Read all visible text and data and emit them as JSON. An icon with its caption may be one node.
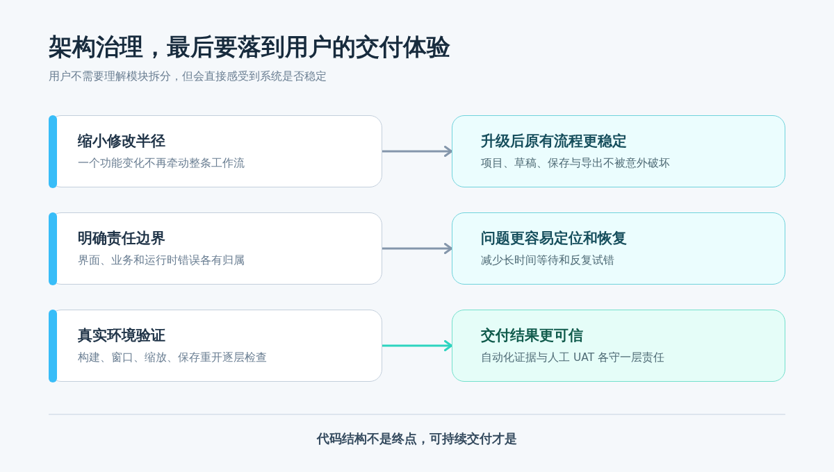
{
  "diagram": {
    "title": "架构治理，最后要落到用户的交付体验",
    "caption": "代码结构不是终点，可持续交付才是",
    "labels": [
      "用户不需要理解模块拆分，但会直接感受到系统是否稳定"
    ],
    "nodes": [
      {
        "text": [
          "缩小修改半径",
          "一个功能变化不再牵动整条工作流"
        ]
      },
      {
        "text": [
          "升级后原有流程更稳定",
          "项目、草稿、保存与导出不被意外破坏"
        ]
      },
      {
        "text": [
          "明确责任边界",
          "界面、业务和运行时错误各有归属"
        ]
      },
      {
        "text": [
          "问题更容易定位和恢复",
          "减少长时间等待和反复试错"
        ]
      },
      {
        "text": [
          "真实环境验证",
          "构建、窗口、缩放、保存重开逐层检查"
        ]
      },
      {
        "text": [
          "交付结果更可信",
          "自动化证据与人工 UAT 各守一层责任"
        ]
      }
    ],
    "edges": [
      {
        "from": 0,
        "to": 1,
        "arrow": "to"
      },
      {
        "from": 2,
        "to": 3,
        "arrow": "to"
      },
      {
        "from": 4,
        "to": 5,
        "arrow": "to",
        "color": "#2dd4bf"
      }
    ]
  }
}
